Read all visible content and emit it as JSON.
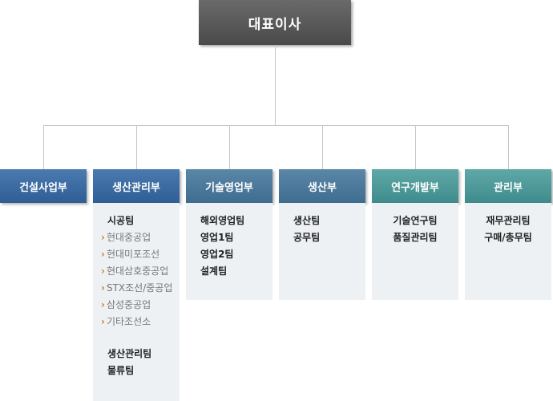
{
  "ceo": {
    "label": "대표이사"
  },
  "departments": [
    {
      "label": "건설사업부",
      "teams": []
    },
    {
      "label": "생산관리부",
      "teams": [
        "시공팀"
      ],
      "subitems": [
        "현대중공업",
        "현대미포조선",
        "현대삼호중공업",
        "STX조선/중공업",
        "삼성중공업",
        "기타조선소"
      ],
      "teams_after": [
        "생산관리팀",
        "물류팀"
      ]
    },
    {
      "label": "기술영업부",
      "teams": [
        "해외영업팀",
        "영업1팀",
        "영업2팀",
        "설계팀"
      ]
    },
    {
      "label": "생산부",
      "teams": [
        "생산팀",
        "공무팀"
      ]
    },
    {
      "label": "연구개발부",
      "teams": [
        "기술연구팀",
        "품질관리팀"
      ]
    },
    {
      "label": "관리부",
      "teams": [
        "재무관리팀",
        "구매/총무팀"
      ]
    }
  ],
  "arrow_glyph": "›",
  "colors": {
    "ceo": "#555555",
    "dept_blue": "#3a6aa0",
    "dept_steel": "#4a7a9c",
    "dept_teal": "#4a9a9a",
    "panel_bg": "#eef1f4",
    "line": "#c6c6c6",
    "arrow": "#c58a1a"
  }
}
